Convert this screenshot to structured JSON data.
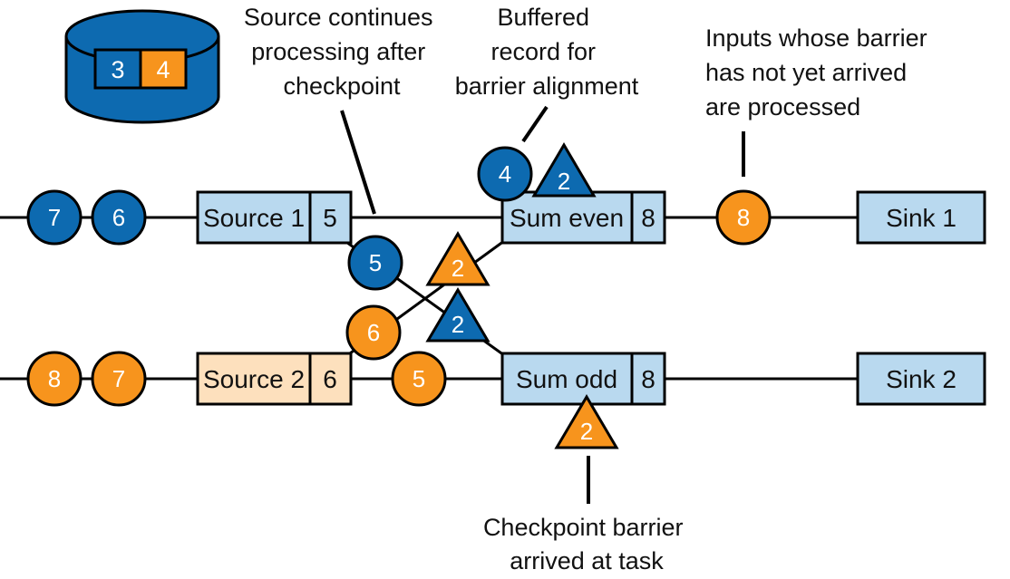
{
  "colors": {
    "blue": "#0d6ab0",
    "orange": "#f7941d",
    "box_blue": "#b9d9ef",
    "box_peach": "#fde0bd",
    "text_dark": "#111111",
    "line": "#000000"
  },
  "state_store": {
    "values": [
      "3",
      "4"
    ]
  },
  "nodes": {
    "source1": {
      "label": "Source 1",
      "state": "5"
    },
    "source2": {
      "label": "Source 2",
      "state": "6"
    },
    "sum_even": {
      "label": "Sum even",
      "state": "8"
    },
    "sum_odd": {
      "label": "Sum odd",
      "state": "8"
    },
    "sink1": {
      "label": "Sink 1"
    },
    "sink2": {
      "label": "Sink 2"
    }
  },
  "records": {
    "input1_a": "7",
    "input1_b": "6",
    "input2_a": "8",
    "input2_b": "7",
    "cross_to_odd": "5",
    "cross_to_even": "6",
    "src2_to_odd": "5",
    "buffered": "4",
    "even_to_sink1": "8"
  },
  "barriers": {
    "buffered_barrier": "2",
    "barrier_to_even": "2",
    "barrier_to_odd": "2",
    "barrier_at_sum_odd": "2"
  },
  "annotations": {
    "source_continues": [
      "Source continues",
      "processing after",
      "checkpoint"
    ],
    "buffered_record": [
      "Buffered",
      "record for",
      "barrier alignment"
    ],
    "inputs_processed": [
      "Inputs whose barrier",
      "has not yet arrived",
      "are processed"
    ],
    "barrier_arrived": [
      "Checkpoint barrier",
      "arrived at task"
    ]
  }
}
